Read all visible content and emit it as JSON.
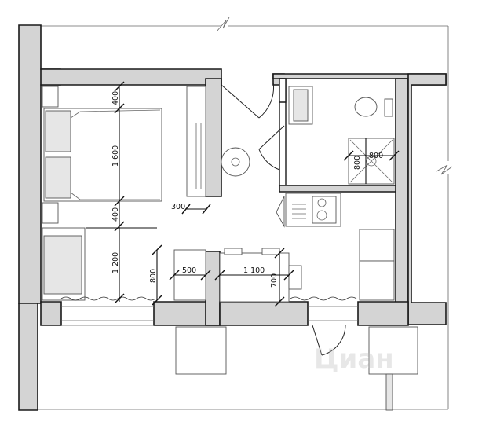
{
  "dimensions": {
    "bed_top_gap": "400",
    "bed_length": "1 600",
    "bed_bottom_gap": "400",
    "sofa_zone": "1 200",
    "wardrobe_depth": "300",
    "desk_height": "800",
    "desk_width": "500",
    "table_width": "1 100",
    "table_depth": "700",
    "shower_width": "800",
    "shower_depth": "800"
  },
  "watermark": "Циан"
}
